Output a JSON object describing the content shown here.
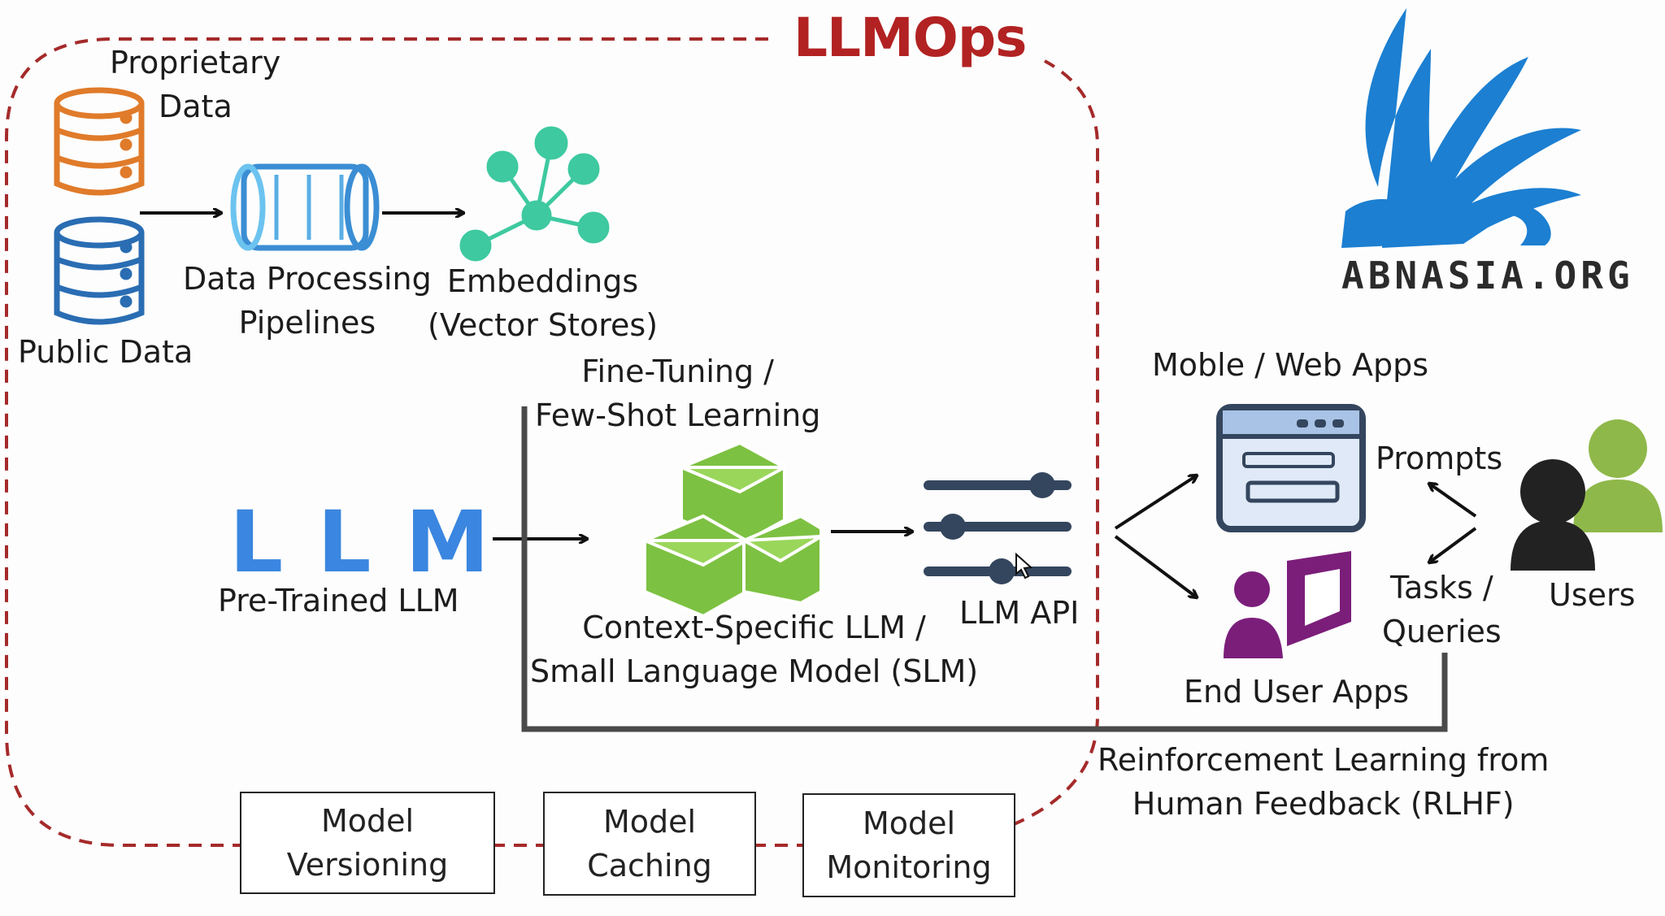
{
  "title": "LLMOps",
  "brand": "ABNASIA.ORG",
  "sources": {
    "proprietary": [
      "Proprietary",
      "Data"
    ],
    "public": "Public Data"
  },
  "pipeline": [
    "Data Processing",
    "Pipelines"
  ],
  "embeddings": [
    "Embeddings",
    "(Vector Stores)"
  ],
  "fine_tuning": [
    "Fine-Tuning /",
    "Few-Shot Learning"
  ],
  "llm_logo": "LLM",
  "pretrained": "Pre-Trained LLM",
  "context_llm": [
    "Context-Specific LLM /",
    "Small Language Model (SLM)"
  ],
  "llm_api": "LLM API",
  "apps": {
    "web": "Moble / Web Apps",
    "end_user": "End User Apps",
    "prompts": "Prompts",
    "tasks": [
      "Tasks /",
      "Queries"
    ],
    "users": "Users"
  },
  "rlhf": [
    "Reinforcement Learning from",
    "Human Feedback (RLHF)"
  ],
  "ops_boxes": [
    [
      "Model",
      "Versioning"
    ],
    [
      "Model",
      "Caching"
    ],
    [
      "Model",
      "Monitoring"
    ]
  ],
  "colors": {
    "accent_red": "#b22222",
    "db_orange": "#e07b2a",
    "db_blue": "#2a6db3",
    "pipeline_blue": "#4aa8e8",
    "embed_teal": "#3ec9a0",
    "cube_green": "#7dc142",
    "slider_navy": "#34465e",
    "app_purple": "#7b1e7a",
    "user_green": "#8fb84a"
  },
  "icons": [
    "database-icon",
    "pipeline-icon",
    "network-icon",
    "cubes-icon",
    "sliders-icon",
    "browser-window-icon",
    "user-screen-icon",
    "users-icon",
    "griffin-logo"
  ]
}
